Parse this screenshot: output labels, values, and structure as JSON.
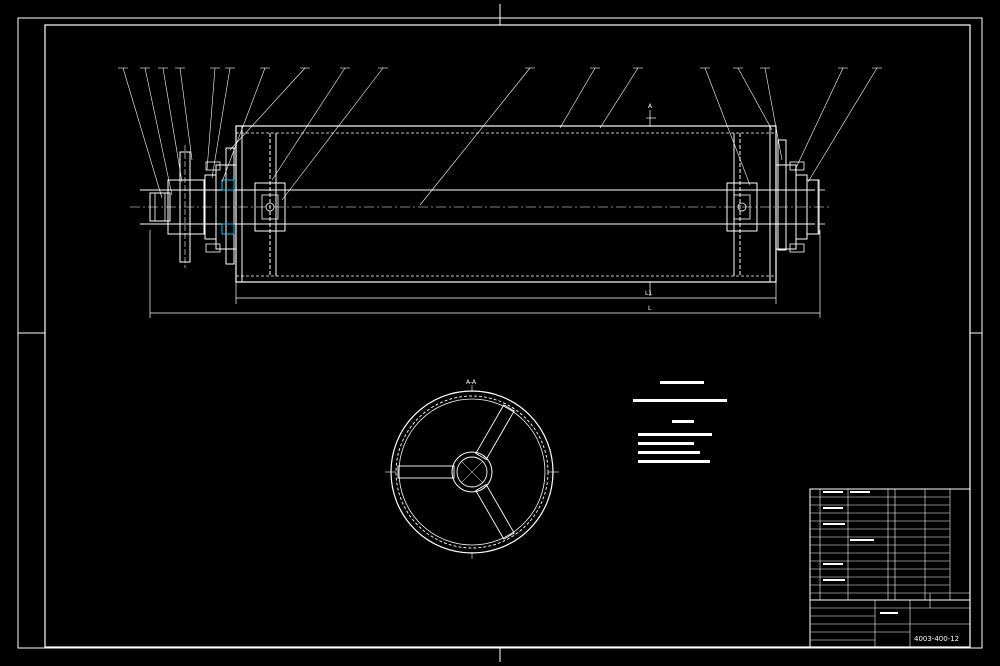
{
  "colors": {
    "background": "#000000",
    "line": "#ffffff",
    "highlight": "#00c8ff"
  },
  "section": {
    "label": "A-A"
  },
  "section_marker": {
    "label": "A"
  },
  "dimensions": {
    "inner": "L1",
    "overall": "L"
  },
  "title_block": {
    "drawing_number": "4003-400-12"
  }
}
